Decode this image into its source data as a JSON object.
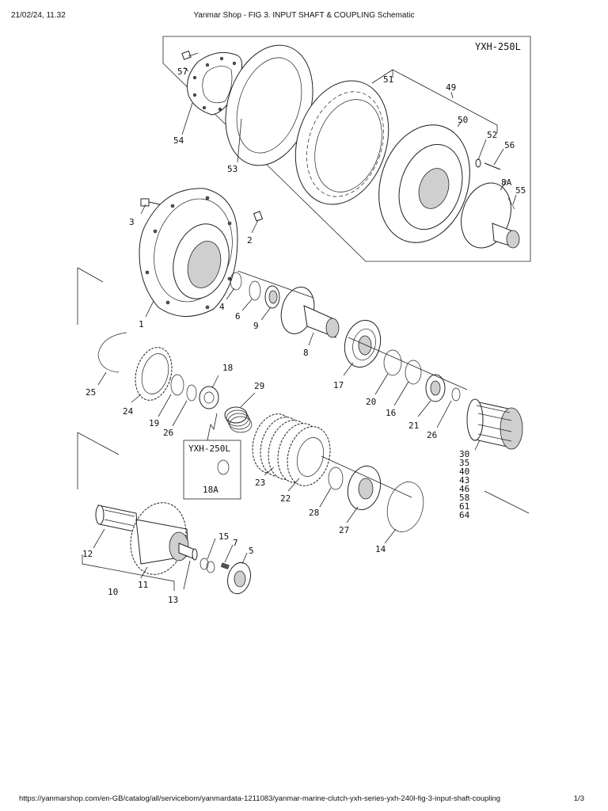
{
  "header": {
    "date": "21/02/24, 11.32",
    "title": "Yanmar Shop - FIG 3. INPUT SHAFT & COUPLING Schematic"
  },
  "footer": {
    "url": "https://yanmarshop.com/en-GB/catalog/all/servicebom/yanmardata-1211083/yanmar-marine-clutch-yxh-series-yxh-240l-fig-3-input-shaft-coupling",
    "page": "1/3"
  },
  "diagram": {
    "inset_top_label": "YXH-250L",
    "inset_small_label": "YXH-250L",
    "parts_group_label": [
      "30",
      "35",
      "40",
      "43",
      "46",
      "58",
      "61",
      "64"
    ],
    "callouts": {
      "p1": "1",
      "p2": "2",
      "p3": "3",
      "p4": "4",
      "p5": "5",
      "p6": "6",
      "p7": "7",
      "p8": "8",
      "p8a": "8A",
      "p9": "9",
      "p10": "10",
      "p11": "11",
      "p12": "12",
      "p13": "13",
      "p14": "14",
      "p15": "15",
      "p16": "16",
      "p17": "17",
      "p18": "18",
      "p18a": "18A",
      "p19": "19",
      "p20": "20",
      "p21": "21",
      "p22": "22",
      "p23": "23",
      "p24": "24",
      "p25": "25",
      "p26a": "26",
      "p26b": "26",
      "p27": "27",
      "p28": "28",
      "p29": "29",
      "p49": "49",
      "p50": "50",
      "p51": "51",
      "p52": "52",
      "p53": "53",
      "p54": "54",
      "p55": "55",
      "p56": "56",
      "p57": "57"
    }
  }
}
